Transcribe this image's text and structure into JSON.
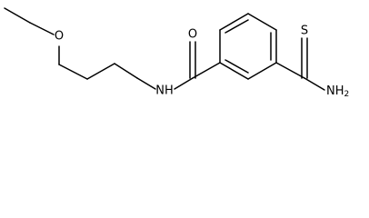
{
  "labels": {
    "oxygen_ether": "O",
    "oxygen_carbonyl": "O",
    "nitrogen_amide": "NH",
    "sulfur_thio": "S",
    "nitrogen_amine": "NH",
    "amine_subscript": "2"
  },
  "colors": {
    "bond": "#000000",
    "text": "#000000",
    "background": "#ffffff"
  }
}
